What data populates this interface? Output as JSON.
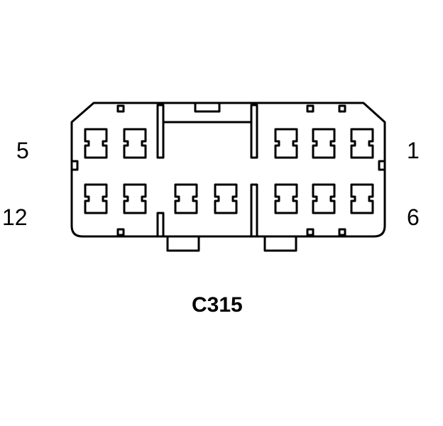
{
  "connector": {
    "name": "C315",
    "pin_labels": {
      "top_left": "5",
      "top_right": "1",
      "bottom_left": "12",
      "bottom_right": "6"
    },
    "cavities": {
      "top_row_count": 5,
      "bottom_row_count": 7
    },
    "line_color": "#000000",
    "background_color": "#ffffff"
  }
}
